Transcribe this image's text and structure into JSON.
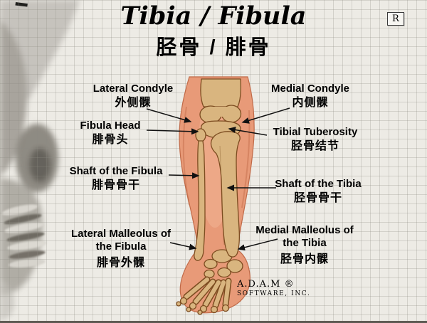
{
  "title": {
    "en": "Tibia / Fibula",
    "zh": "胫骨 / 腓骨"
  },
  "orientation_marker": "R",
  "labels": [
    {
      "name": "lateral-condyle",
      "en": "Lateral Condyle",
      "zh": "外侧髁"
    },
    {
      "name": "medial-condyle",
      "en": "Medial Condyle",
      "zh": "内侧髁"
    },
    {
      "name": "fibula-head",
      "en": "Fibula Head",
      "zh": "腓骨头"
    },
    {
      "name": "tibial-tuberosity",
      "en": "Tibial Tuberosity",
      "zh": "胫骨结节"
    },
    {
      "name": "shaft-of-the-fibula",
      "en": "Shaft of the Fibula",
      "zh": "腓骨骨干"
    },
    {
      "name": "shaft-of-the-tibia",
      "en": "Shaft of the Tibia",
      "zh": "胫骨骨干"
    },
    {
      "name": "lateral-malleolus-of-the-fibula",
      "en": "Lateral Malleolus of the Fibula",
      "zh": "腓骨外髁"
    },
    {
      "name": "medial-malleolus-of-the-tibia",
      "en": "Medial Malleolus of the Tibia",
      "zh": "胫骨内髁"
    }
  ],
  "credit": {
    "line1": "A.D.A.M ®",
    "line2": "SOFTWARE, INC."
  },
  "colors": {
    "background": "#edebe5",
    "grid_line": "rgba(140,138,130,0.28)",
    "bone": "#d9b57f",
    "bone_outline": "#7c4c20",
    "flesh": "#e89a78",
    "flesh_shade": "#c06a48",
    "arrow": "#111111",
    "text": "#000000"
  }
}
